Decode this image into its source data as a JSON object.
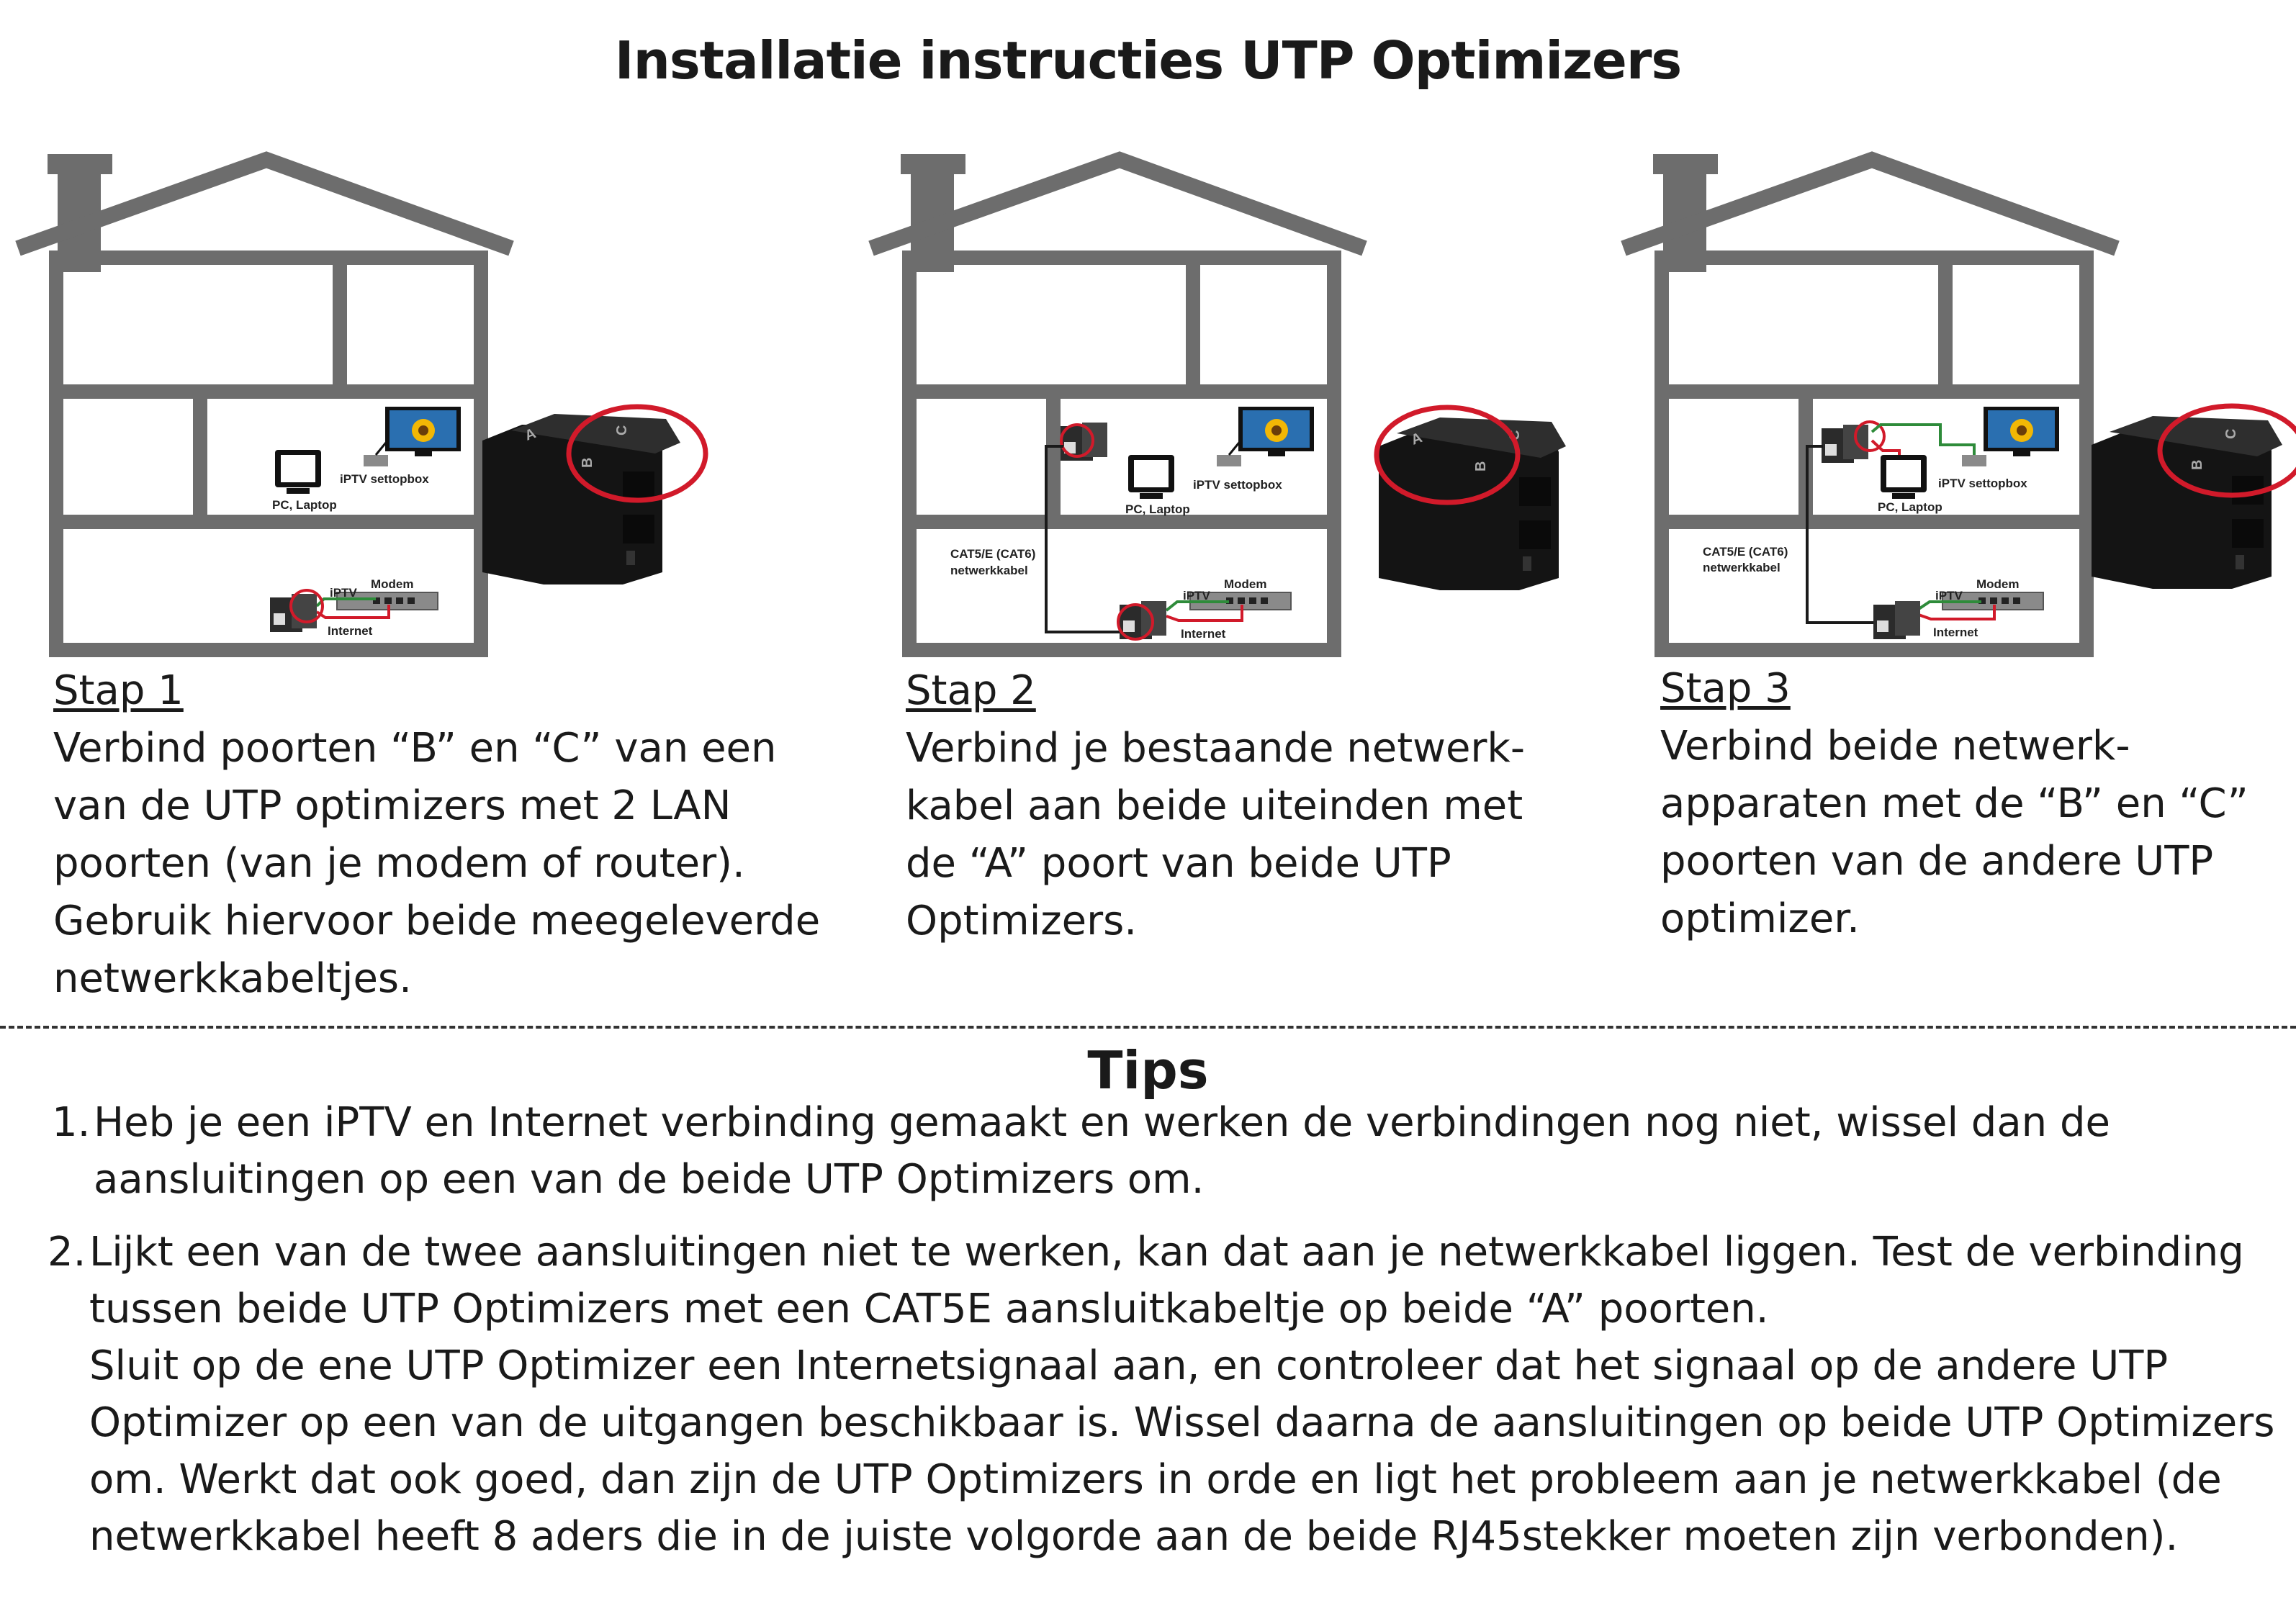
{
  "title": "Installatie instructies UTP Optimizers",
  "labels": {
    "pc": "PC, Laptop",
    "settopbox": "iPTV settopbox",
    "modem": "Modem",
    "iptv": "iPTV",
    "internet": "Internet",
    "cable_line1": "CAT5/E (CAT6)",
    "cable_line2": "netwerkkabel",
    "port_a": "A",
    "port_b": "B",
    "port_c": "C"
  },
  "steps": [
    {
      "heading": "Stap 1",
      "lines": [
        "Verbind poorten “B” en “C” van een",
        "van de UTP optimizers met 2 LAN",
        "poorten (van je modem of router).",
        "Gebruik hiervoor beide meegeleverde",
        "netwerkkabeltjes."
      ]
    },
    {
      "heading": "Stap 2",
      "lines": [
        "Verbind je bestaande netwerk-",
        "kabel aan beide uiteinden met",
        "de “A” poort van beide UTP",
        "Optimizers."
      ]
    },
    {
      "heading": "Stap 3",
      "lines": [
        "Verbind beide netwerk-",
        "apparaten met de “B” en “C”",
        "poorten van de andere UTP",
        "optimizer."
      ]
    }
  ],
  "tips": {
    "title": "Tips",
    "items": [
      {
        "number": "1.",
        "lines": [
          "Heb je een iPTV en Internet verbinding gemaakt en werken de verbindingen nog niet, wissel dan de",
          "aansluitingen op een van de beide UTP Optimizers om."
        ]
      },
      {
        "number": "2.",
        "lines": [
          "Lijkt een van de twee aansluitingen niet te werken, kan dat aan je netwerkkabel liggen. Test de verbinding",
          "tussen beide UTP Optimizers met een CAT5E aansluitkabeltje op beide “A” poorten.",
          "Sluit op de ene UTP Optimizer een Internetsignaal aan, en controleer dat het signaal op de andere UTP",
          "Optimizer op een van de uitgangen beschikbaar is. Wissel daarna de aansluitingen op beide UTP Optimizers",
          "om. Werkt dat ook goed, dan zijn de UTP Optimizers in orde en ligt het probleem aan je netwerkkabel (de",
          "netwerkkabel heeft 8 aders die in de juiste volgorde aan de beide RJ45stekker moeten zijn verbonden)."
        ]
      }
    ]
  },
  "colors": {
    "house": "#6d6d6d",
    "highlight": "#d11a2a",
    "cable_green": "#2e8b3a",
    "cable_red": "#d11a2a",
    "cable_black": "#1a1a1a"
  }
}
